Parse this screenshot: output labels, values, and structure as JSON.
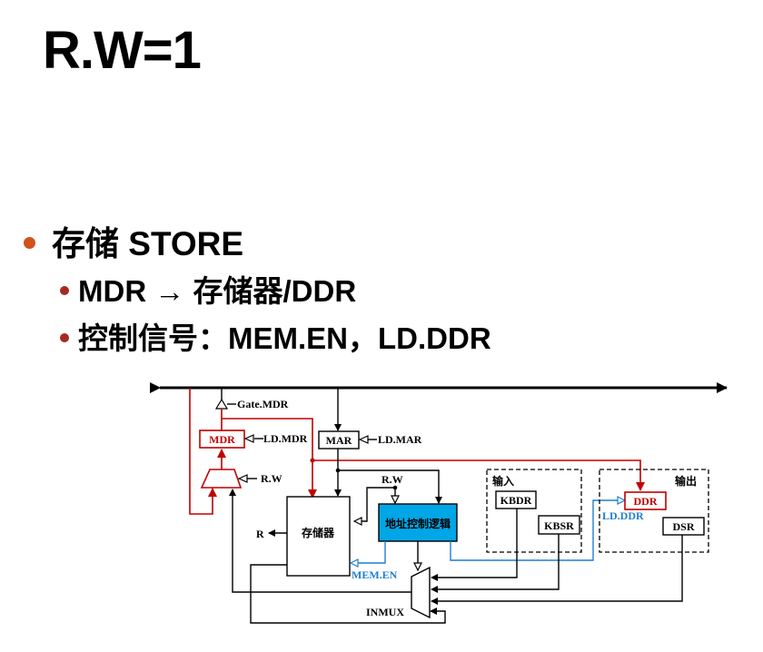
{
  "slide": {
    "title": "R.W=1",
    "bullets": [
      {
        "text": "存储 STORE"
      },
      {
        "text": "MDR → 存储器/DDR"
      },
      {
        "text": "控制信号：MEM.EN，LD.DDR"
      }
    ]
  },
  "diagram": {
    "colors": {
      "active_red": "#c00000",
      "control_blue": "#1f7fd0",
      "logic_fill": "#00a6e6",
      "line": "#000000"
    },
    "labels": {
      "gate_mdr": "Gate.MDR",
      "ld_mdr": "LD.MDR",
      "mdr": "MDR",
      "mar": "MAR",
      "ld_mar": "LD.MAR",
      "rw_mux": "R.W",
      "rw_logic": "R.W",
      "memory": "存储器",
      "r": "R",
      "addr_logic": "地址控制逻辑",
      "mem_en": "MEM.EN",
      "input_group": "输入",
      "kbdr": "KBDR",
      "kbsr": "KBSR",
      "output_group": "输出",
      "ddr": "DDR",
      "ld_ddr": "LD.DDR",
      "dsr": "DSR",
      "inmux": "INMUX"
    }
  }
}
